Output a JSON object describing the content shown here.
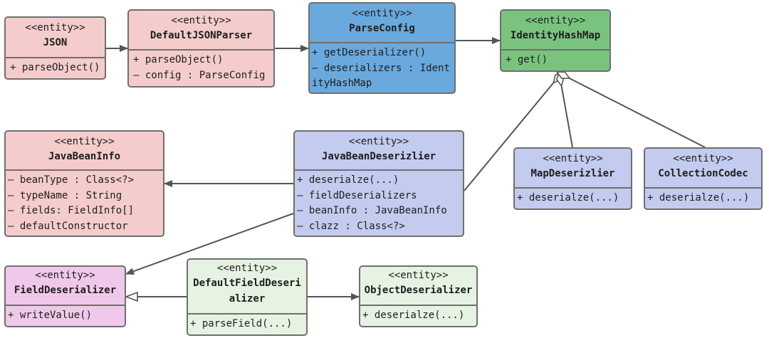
{
  "stereotype": "<<entity>>",
  "nodes": {
    "json": {
      "name": "JSON",
      "members": [
        "+ parseObject()"
      ]
    },
    "defaultJSONParser": {
      "name": "DefaultJSONParser",
      "members": [
        "+ parseObject()",
        "– config : ParseConfig"
      ]
    },
    "parseConfig": {
      "name": "ParseConfig",
      "members": [
        "+ getDeserializer()",
        "– deserializers : IdentityHashMap"
      ]
    },
    "identityHashMap": {
      "name": "IdentityHashMap",
      "members": [
        "+ get()"
      ]
    },
    "javaBeanInfo": {
      "name": "JavaBeanInfo",
      "members": [
        "– beanType : Class<?>",
        "– typeName : String",
        "– fields: FieldInfo[]",
        "– defaultConstructor"
      ]
    },
    "javaBeanDeserizlier": {
      "name": "JavaBeanDeserizlier",
      "members": [
        "+ deserialze(...)",
        "– fieldDeserializers",
        "– beanInfo : JavaBeanInfo",
        "– clazz : Class<?>"
      ]
    },
    "mapDeserizlier": {
      "name": "MapDeserizlier",
      "members": [
        "+ deserialze(...)"
      ]
    },
    "collectionCodec": {
      "name": "CollectionCodec",
      "members": [
        "+ deserialze(...)"
      ]
    },
    "fieldDeserializer": {
      "name": "FieldDeserializer",
      "members": [
        "+ writeValue()"
      ]
    },
    "defaultFieldDeserializer": {
      "name": "DefaultFieldDeserializer",
      "members": [
        "+ parseField(...)"
      ]
    },
    "objectDeserializer": {
      "name": "ObjectDeserializer",
      "members": [
        "+ deserialze(...)"
      ]
    }
  },
  "colors": {
    "pink": "#f4cccc",
    "blue": "#6aa9dd",
    "green": "#79c37f",
    "lavender": "#c3cbee",
    "magenta": "#f0c9ea",
    "light_green": "#e6f3e2",
    "border": "#6f6f6f"
  }
}
